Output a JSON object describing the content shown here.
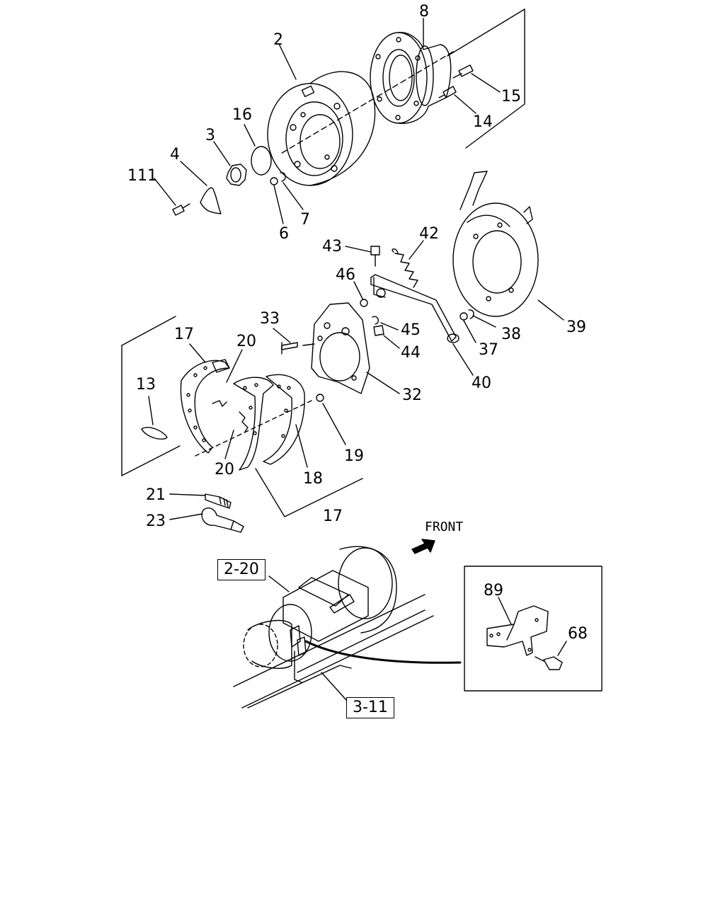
{
  "callouts": {
    "c2": "2",
    "c3": "3",
    "c4": "4",
    "c6": "6",
    "c7": "7",
    "c8": "8",
    "c13": "13",
    "c14": "14",
    "c15": "15",
    "c16": "16",
    "c17a": "17",
    "c17b": "17",
    "c18": "18",
    "c19": "19",
    "c20a": "20",
    "c20b": "20",
    "c21": "21",
    "c23": "23",
    "c32": "32",
    "c33": "33",
    "c37": "37",
    "c38": "38",
    "c39": "39",
    "c40": "40",
    "c42": "42",
    "c43": "43",
    "c44": "44",
    "c45": "45",
    "c46": "46",
    "c68": "68",
    "c89": "89",
    "c111": "111"
  },
  "refs": {
    "r1": "2-20",
    "r2": "3-11"
  },
  "direction": {
    "front": "FRONT"
  }
}
